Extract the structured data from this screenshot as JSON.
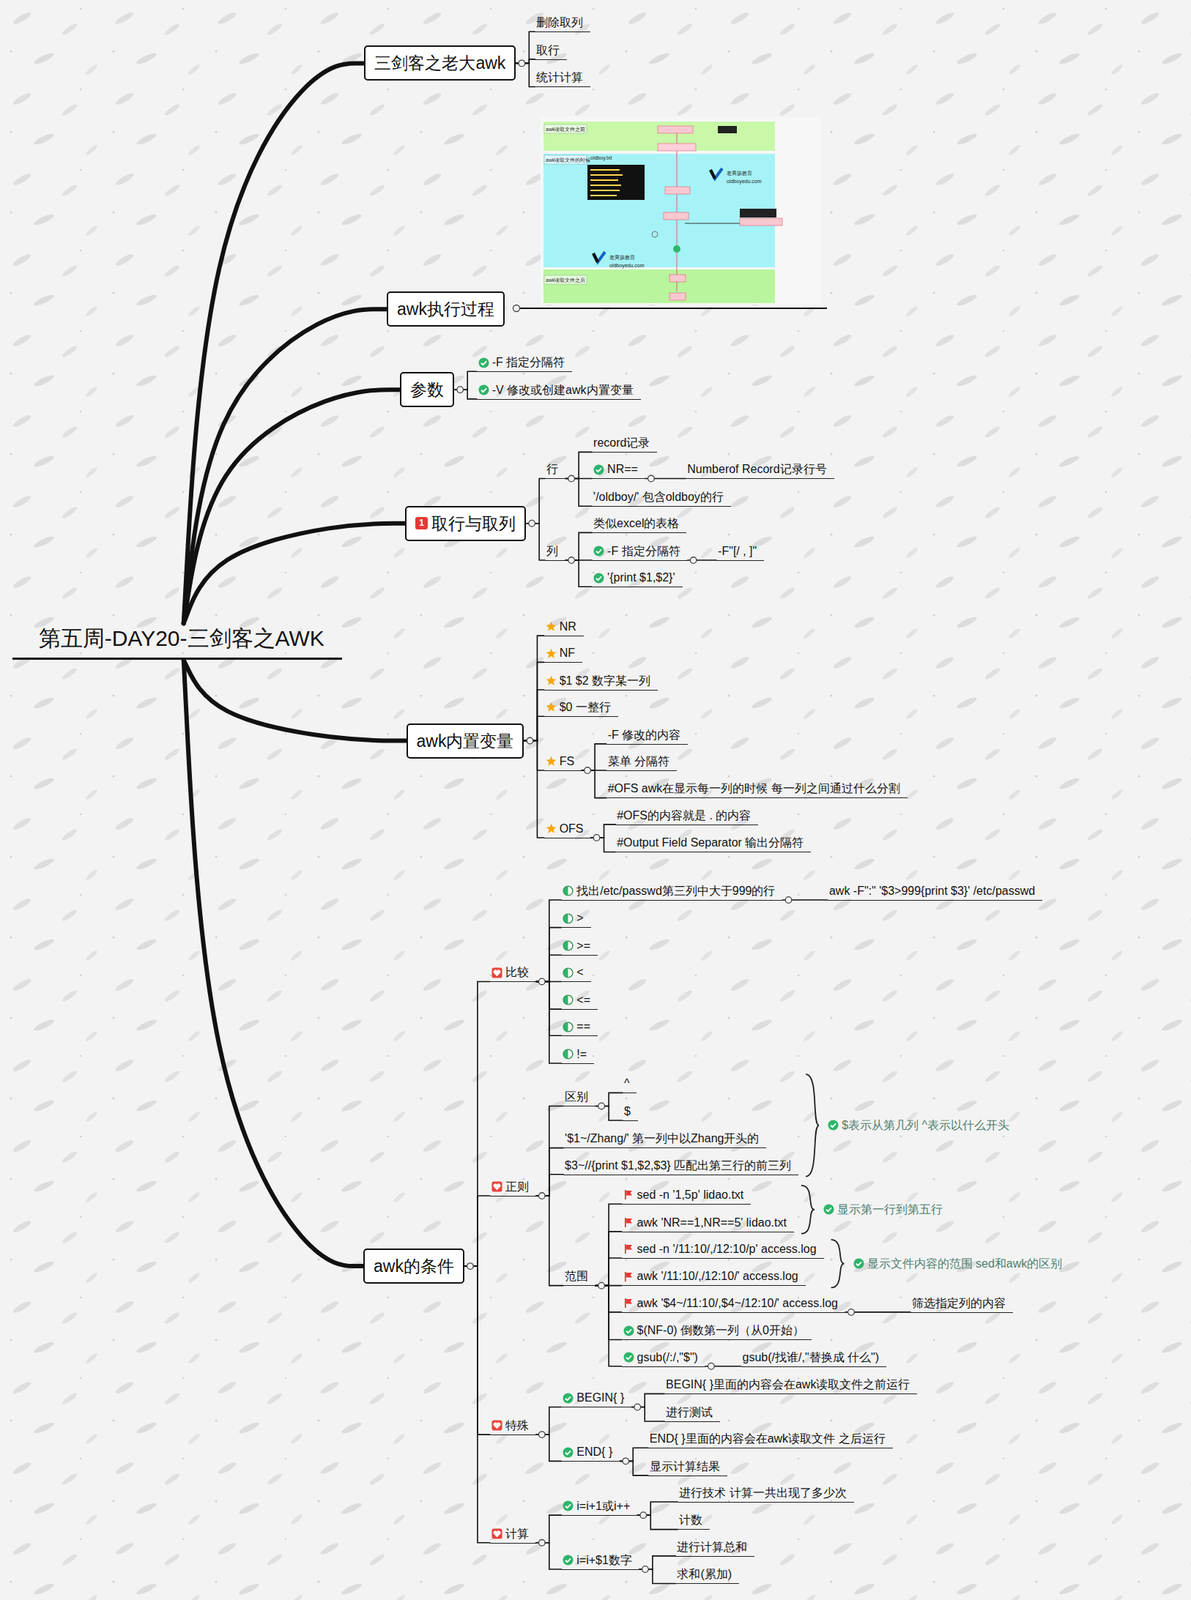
{
  "diagram": {
    "nodes": [
      {
        "text": [
          "第五周-DAY20-三剑客之AWK"
        ]
      },
      {
        "text": [
          "三剑客之老大awk"
        ]
      },
      {
        "text": [
          "删除取列"
        ]
      },
      {
        "text": [
          "取行"
        ]
      },
      {
        "text": [
          "统计计算"
        ]
      },
      {
        "text": [
          "awk执行过程"
        ]
      },
      {
        "text": [
          "参数"
        ]
      },
      {
        "text": [
          "-F 指定分隔符"
        ]
      },
      {
        "text": [
          "-V 修改或创建awk内置变量"
        ]
      },
      {
        "text": [
          "取行与取列"
        ]
      },
      {
        "text": [
          "行"
        ]
      },
      {
        "text": [
          "record记录"
        ]
      },
      {
        "text": [
          "NR=="
        ]
      },
      {
        "text": [
          "Numberof Record记录行号"
        ]
      },
      {
        "text": [
          "'/oldboy/' 包含oldboy的行"
        ]
      },
      {
        "text": [
          "列"
        ]
      },
      {
        "text": [
          "类似excel的表格"
        ]
      },
      {
        "text": [
          "-F 指定分隔符"
        ]
      },
      {
        "text": [
          "-F\"[/ , ]\""
        ]
      },
      {
        "text": [
          "'{print $1,$2}'"
        ]
      },
      {
        "text": [
          "awk内置变量"
        ]
      },
      {
        "text": [
          "NR"
        ]
      },
      {
        "text": [
          "NF"
        ]
      },
      {
        "text": [
          "$1 $2 数字某一列"
        ]
      },
      {
        "text": [
          "$0 一整行"
        ]
      },
      {
        "text": [
          "FS"
        ]
      },
      {
        "text": [
          "-F 修改的内容"
        ]
      },
      {
        "text": [
          "菜单 分隔符"
        ]
      },
      {
        "text": [
          "#OFS awk在显示每一列的时候 每一列之间通过什么分割"
        ]
      },
      {
        "text": [
          "OFS"
        ]
      },
      {
        "text": [
          "#OFS的内容就是 . 的内容"
        ]
      },
      {
        "text": [
          "#Output Field Separator 输出分隔符"
        ]
      },
      {
        "text": [
          "awk的条件"
        ]
      },
      {
        "text": [
          "比较"
        ]
      },
      {
        "text": [
          "找出/etc/passwd第三列中大于999的行"
        ]
      },
      {
        "text": [
          "awk -F\":\" '$3>999{print $3}' /etc/passwd"
        ]
      },
      {
        "text": [
          ">"
        ]
      },
      {
        "text": [
          ">="
        ]
      },
      {
        "text": [
          "<"
        ]
      },
      {
        "text": [
          "<="
        ]
      },
      {
        "text": [
          "=="
        ]
      },
      {
        "text": [
          "!="
        ]
      },
      {
        "text": [
          "正则"
        ]
      },
      {
        "text": [
          "区别"
        ]
      },
      {
        "text": [
          "^"
        ]
      },
      {
        "text": [
          "$"
        ]
      },
      {
        "text": [
          "'$1~/Zhang/' 第一列中以Zhang开头的"
        ]
      },
      {
        "text": [
          "$3~//{print $1,$2,$3} 匹配出第三行的前三列"
        ]
      },
      {
        "text": [
          "范围"
        ]
      },
      {
        "text": [
          "sed -n '1,5p' lidao.txt"
        ]
      },
      {
        "text": [
          "awk 'NR==1,NR==5' lidao.txt"
        ]
      },
      {
        "text": [
          "sed -n '/11:10/,/12:10/p' access.log"
        ]
      },
      {
        "text": [
          "awk '/11:10/,/12:10/' access.log"
        ]
      },
      {
        "text": [
          "awk '$4~/11:10/,$4~/12:10/' access.log"
        ]
      },
      {
        "text": [
          "筛选指定列的内容"
        ]
      },
      {
        "text": [
          "$(NF-0) 倒数第一列（从0开始）"
        ]
      },
      {
        "text": [
          "gsub(/:/,\"$\")"
        ]
      },
      {
        "text": [
          "gsub(/找谁/,\"替换成 什么\")"
        ]
      },
      {
        "text": [
          "特殊"
        ]
      },
      {
        "text": [
          "BEGIN{ }"
        ]
      },
      {
        "text": [
          "BEGIN{ }里面的内容会在awk读取文件之前运行"
        ]
      },
      {
        "text": [
          "进行测试"
        ]
      },
      {
        "text": [
          "END{ }"
        ]
      },
      {
        "text": [
          "END{ }里面的内容会在awk读取文件 之后运行"
        ]
      },
      {
        "text": [
          "显示计算结果"
        ]
      },
      {
        "text": [
          "计算"
        ]
      },
      {
        "text": [
          "i=i+1或i++"
        ]
      },
      {
        "text": [
          "进行技术 计算一共出现了多少次"
        ]
      },
      {
        "text": [
          "计数"
        ]
      },
      {
        "text": [
          "i=i+$1数字"
        ]
      },
      {
        "text": [
          "进行计算总和"
        ]
      },
      {
        "text": [
          "求和(累加)"
        ]
      }
    ],
    "edges": [
      {
        "from": 0,
        "to": 1,
        "arrow": "none"
      },
      {
        "from": 0,
        "to": 5,
        "arrow": "none"
      },
      {
        "from": 0,
        "to": 6,
        "arrow": "none"
      },
      {
        "from": 0,
        "to": 9,
        "arrow": "none"
      },
      {
        "from": 0,
        "to": 20,
        "arrow": "none"
      },
      {
        "from": 0,
        "to": 32,
        "arrow": "none"
      },
      {
        "from": 1,
        "to": 2,
        "arrow": "none"
      },
      {
        "from": 1,
        "to": 3,
        "arrow": "none"
      },
      {
        "from": 1,
        "to": 4,
        "arrow": "none"
      },
      {
        "from": 6,
        "to": 7,
        "arrow": "none"
      },
      {
        "from": 6,
        "to": 8,
        "arrow": "none"
      },
      {
        "from": 9,
        "to": 10,
        "arrow": "none"
      },
      {
        "from": 9,
        "to": 15,
        "arrow": "none"
      },
      {
        "from": 10,
        "to": 11,
        "arrow": "none"
      },
      {
        "from": 10,
        "to": 12,
        "arrow": "none"
      },
      {
        "from": 10,
        "to": 14,
        "arrow": "none"
      },
      {
        "from": 12,
        "to": 13,
        "arrow": "none"
      },
      {
        "from": 15,
        "to": 16,
        "arrow": "none"
      },
      {
        "from": 15,
        "to": 17,
        "arrow": "none"
      },
      {
        "from": 15,
        "to": 19,
        "arrow": "none"
      },
      {
        "from": 17,
        "to": 18,
        "arrow": "none"
      },
      {
        "from": 20,
        "to": 21,
        "arrow": "none"
      },
      {
        "from": 20,
        "to": 22,
        "arrow": "none"
      },
      {
        "from": 20,
        "to": 23,
        "arrow": "none"
      },
      {
        "from": 20,
        "to": 24,
        "arrow": "none"
      },
      {
        "from": 20,
        "to": 25,
        "arrow": "none"
      },
      {
        "from": 20,
        "to": 29,
        "arrow": "none"
      },
      {
        "from": 25,
        "to": 26,
        "arrow": "none"
      },
      {
        "from": 25,
        "to": 27,
        "arrow": "none"
      },
      {
        "from": 25,
        "to": 28,
        "arrow": "none"
      },
      {
        "from": 29,
        "to": 30,
        "arrow": "none"
      },
      {
        "from": 29,
        "to": 31,
        "arrow": "none"
      },
      {
        "from": 32,
        "to": 33,
        "arrow": "none"
      },
      {
        "from": 32,
        "to": 42,
        "arrow": "none"
      },
      {
        "from": 32,
        "to": 58,
        "arrow": "none"
      },
      {
        "from": 32,
        "to": 65,
        "arrow": "none"
      },
      {
        "from": 33,
        "to": 34,
        "arrow": "none"
      },
      {
        "from": 33,
        "to": 36,
        "arrow": "none"
      },
      {
        "from": 33,
        "to": 37,
        "arrow": "none"
      },
      {
        "from": 33,
        "to": 38,
        "arrow": "none"
      },
      {
        "from": 33,
        "to": 39,
        "arrow": "none"
      },
      {
        "from": 33,
        "to": 40,
        "arrow": "none"
      },
      {
        "from": 33,
        "to": 41,
        "arrow": "none"
      },
      {
        "from": 34,
        "to": 35,
        "arrow": "none"
      },
      {
        "from": 42,
        "to": 43,
        "arrow": "none"
      },
      {
        "from": 42,
        "to": 46,
        "arrow": "none"
      },
      {
        "from": 42,
        "to": 47,
        "arrow": "none"
      },
      {
        "from": 42,
        "to": 48,
        "arrow": "none"
      },
      {
        "from": 43,
        "to": 44,
        "arrow": "none"
      },
      {
        "from": 43,
        "to": 45,
        "arrow": "none"
      },
      {
        "from": 48,
        "to": 49,
        "arrow": "none"
      },
      {
        "from": 48,
        "to": 50,
        "arrow": "none"
      },
      {
        "from": 48,
        "to": 51,
        "arrow": "none"
      },
      {
        "from": 48,
        "to": 52,
        "arrow": "none"
      },
      {
        "from": 48,
        "to": 53,
        "arrow": "none"
      },
      {
        "from": 48,
        "to": 55,
        "arrow": "none"
      },
      {
        "from": 48,
        "to": 56,
        "arrow": "none"
      },
      {
        "from": 53,
        "to": 54,
        "arrow": "none"
      },
      {
        "from": 56,
        "to": 57,
        "arrow": "none"
      },
      {
        "from": 58,
        "to": 59,
        "arrow": "none"
      },
      {
        "from": 58,
        "to": 62,
        "arrow": "none"
      },
      {
        "from": 59,
        "to": 60,
        "arrow": "none"
      },
      {
        "from": 59,
        "to": 61,
        "arrow": "none"
      },
      {
        "from": 62,
        "to": 63,
        "arrow": "none"
      },
      {
        "from": 62,
        "to": 64,
        "arrow": "none"
      },
      {
        "from": 65,
        "to": 66,
        "arrow": "none"
      },
      {
        "from": 65,
        "to": 69,
        "arrow": "none"
      },
      {
        "from": 66,
        "to": 67,
        "arrow": "none"
      },
      {
        "from": 66,
        "to": 68,
        "arrow": "none"
      },
      {
        "from": 69,
        "to": 70,
        "arrow": "none"
      },
      {
        "from": 69,
        "to": 71,
        "arrow": "none"
      }
    ],
    "labels": [
      "1",
      "awk读取文件之前",
      "awk读取文件的时候",
      "oldboy.txt",
      "老男孩教育",
      "oldboyedu.com",
      "老男孩教育",
      "oldboyedu.com",
      "awk读取文件之后",
      "$表示从第几列 ^表示以什么开头",
      "显示第一行到第五行",
      "显示文件内容的范围 sed和awk的区别"
    ]
  }
}
